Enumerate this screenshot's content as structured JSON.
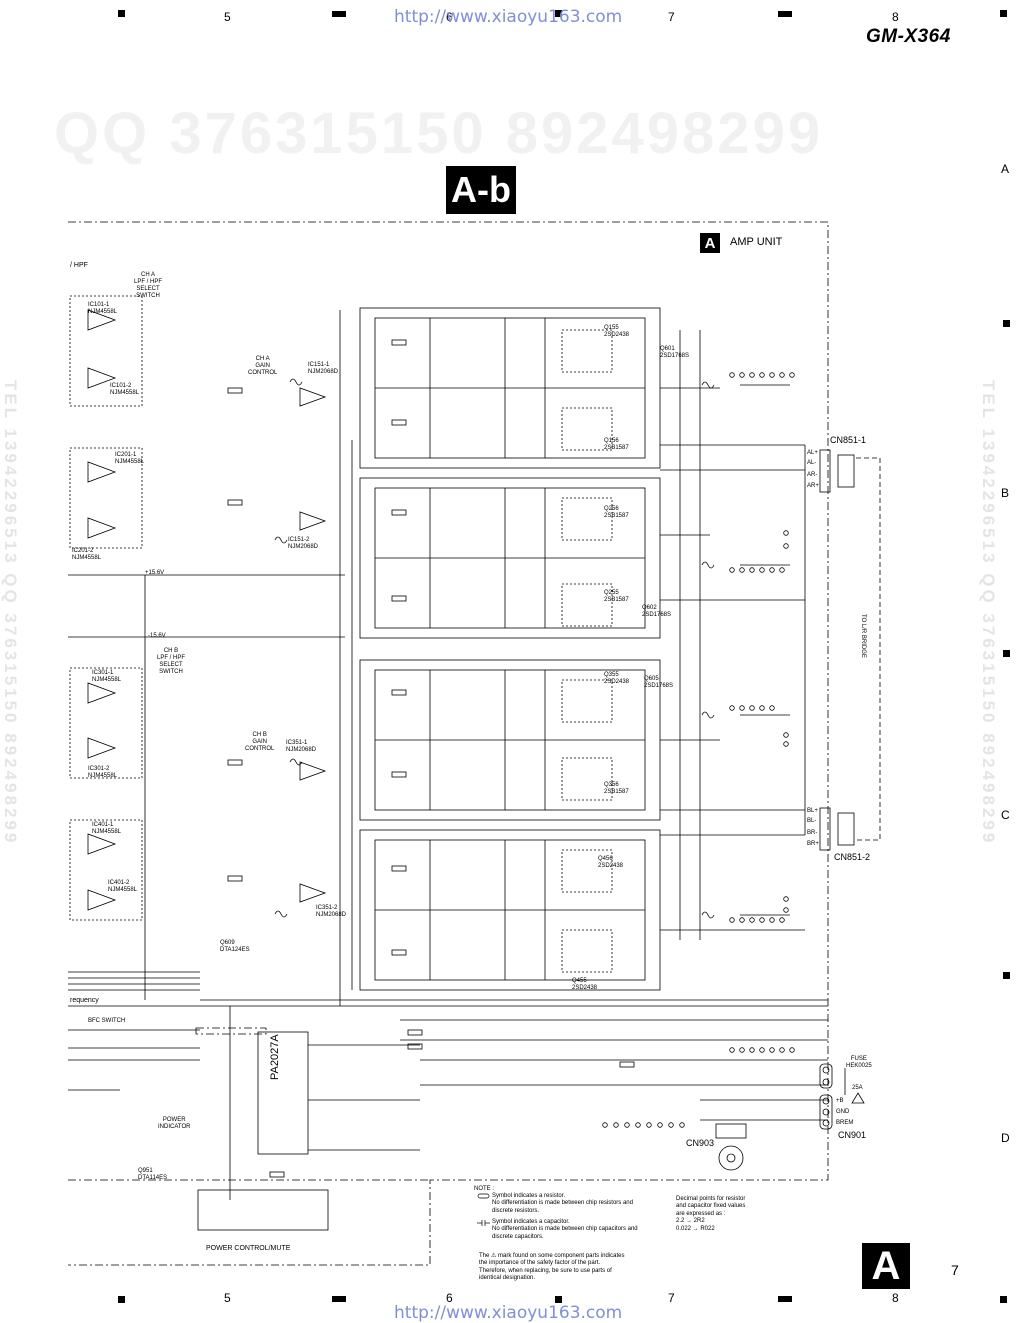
{
  "header": {
    "url_top": "http://www.xiaoyu163.com",
    "url_bottom": "http://www.xiaoyu163.com",
    "model": "GM-X364",
    "grid_columns": [
      "5",
      "6",
      "7",
      "8"
    ],
    "grid_rows": [
      "A",
      "B",
      "C",
      "D"
    ],
    "page_number": "7"
  },
  "watermark": {
    "qq_line": "QQ 376315150   892498299",
    "tel_line": "TEL 13942296513  QQ 376315150  892498299"
  },
  "section": {
    "title": "A-b",
    "unit_letter": "A",
    "unit_name": "AMP UNIT",
    "corner_letter": "A"
  },
  "schematic": {
    "top_left": "/ HPF",
    "cha_select": "CH A\nLPF / HPF\nSELECT\nSWITCH",
    "cha_gain": "CH A\nGAIN\nCONTROL",
    "chb_select": "CH B\nLPF / HPF\nSELECT\nSWITCH",
    "chb_gain": "CH B\nGAIN\nCONTROL",
    "frequency": "requency",
    "bfc_switch": "BFC SWITCH",
    "power_indicator": "POWER\nINDICATOR",
    "power_control": "POWER CONTROL/MUTE",
    "cn851_1": "CN851-1",
    "cn851_2": "CN851-2",
    "cn901": "CN901",
    "cn903": "CN903",
    "fuse": "FUSE\nHEK0025",
    "fuse_value": "25A",
    "ic_pa": "PA2027A",
    "plus_rail": "+15.6V",
    "minus_rail": "-15.6V",
    "to_bridge": "TO L/R BRIDGE",
    "cn851_1_pins": [
      "AL+",
      "AL-",
      "AR-",
      "AR+"
    ],
    "cn851_2_pins": [
      "BL+",
      "BL-",
      "BR-",
      "BR+"
    ],
    "cn901_pins": [
      "+B",
      "GND",
      "BREM"
    ],
    "ic_labels": [
      "IC101-1\nNJM4558L",
      "IC101-2\nNJM4558L",
      "IC201-1\nNJM4558L",
      "IC201-2\nNJM4558L",
      "IC301-1\nNJM4558L",
      "IC301-2\nNJM4558L",
      "IC401-1\nNJM4558L",
      "IC401-2\nNJM4558L",
      "IC151-1\nNJM2068D",
      "IC151-2\nNJM2068D",
      "IC351-1\nNJM2068D",
      "IC351-2\nNJM2068D"
    ],
    "transistor_labels": [
      "Q155\n2SD2438",
      "Q156\n2SB1587",
      "Q255\n2SB1587",
      "Q256\n2SB1587",
      "Q355\n2SD2438",
      "Q356\n2SB1587",
      "Q455\n2SD2438",
      "Q456\n2SD2438",
      "Q601\n2SD1768S",
      "Q602\n2SD1768S",
      "Q605\n2SD1768S",
      "Q609\nDTA124ES",
      "Q951\nDTA114ES"
    ]
  },
  "notes": {
    "title": "NOTE :",
    "resistor": "Symbol indicates a resistor.\nNo differentiation is made  between chip resistors and\ndiscrete resistors.",
    "capacitor": "Symbol indicates a capacitor.\nNo differentiation is made  between chip capacitors and\ndiscrete capacitors.",
    "decimal": "Decimal points for resistor\nand capacitor fixed values\nare expressed as :\n2.2 → 2R2\n0.022 → R022",
    "safety": "The ⚠ mark found on some component parts indicates\nthe importance of the safety factor of the part.\nTherefore, when replacing, be sure to use parts of\nidentical designation."
  }
}
